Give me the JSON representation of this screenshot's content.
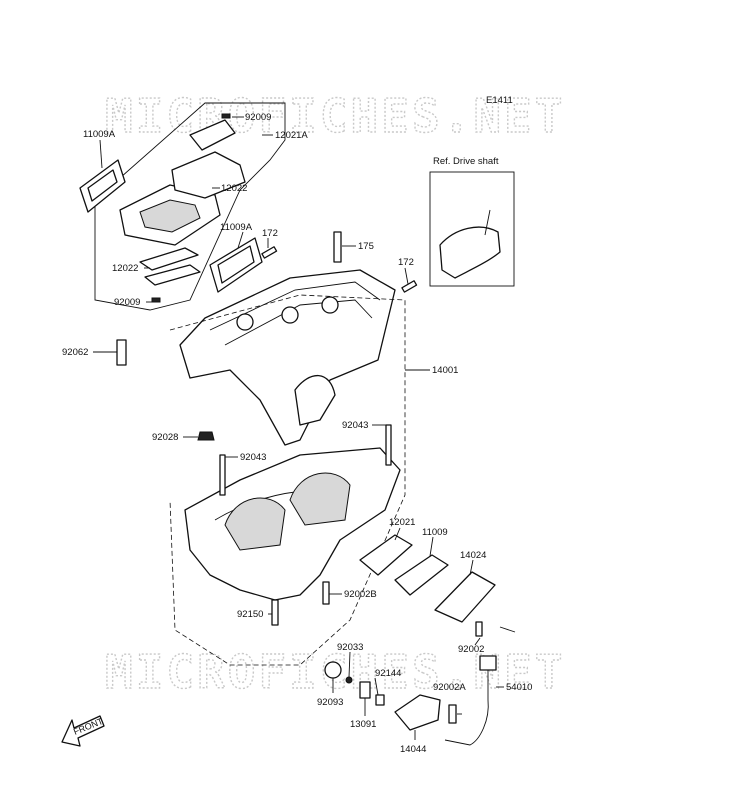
{
  "diagram_code": "E1411",
  "watermark": "MICROFICHES.NET",
  "ref_box_label": "Ref. Drive shaft",
  "front_label": "FRONT",
  "parts": {
    "p11009A_a": "11009A",
    "p92009_a": "92009",
    "p12021A": "12021A",
    "p12022_a": "12022",
    "p11009A_b": "11009A",
    "p172_a": "172",
    "p175": "175",
    "p172_b": "172",
    "p12022_b": "12022",
    "p92009_b": "92009",
    "p92062": "92062",
    "p14001": "14001",
    "p92043_a": "92043",
    "p92028": "92028",
    "p92043_b": "92043",
    "p12021": "12021",
    "p11009": "11009",
    "p14024": "14024",
    "p92002B": "92002B",
    "p92150": "92150",
    "p92002": "92002",
    "p92033": "92033",
    "p92144": "92144",
    "p92002A": "92002A",
    "p54010": "54010",
    "p92093": "92093",
    "p13091": "13091",
    "p14044": "14044"
  }
}
